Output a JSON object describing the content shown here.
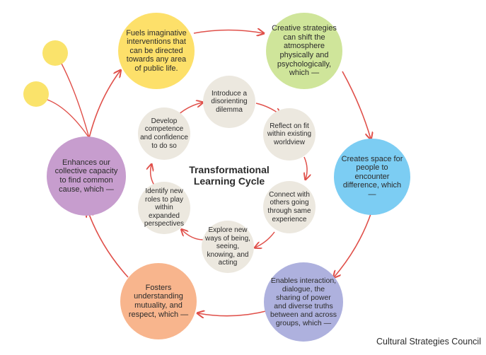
{
  "title": "Transformational Learning Cycle",
  "credit": "Cultural Strategies Council",
  "colors": {
    "arrow": "#e0504a",
    "inner_fill": "#ece8df",
    "yellow": "#fde06a",
    "green": "#cfe59a",
    "blue": "#7ccdf3",
    "lavender": "#aeb1de",
    "orange": "#f8b58d",
    "purple": "#c79dce",
    "dot": "#fae36b"
  },
  "outer_cycle": [
    {
      "text": "Fuels imaginative interventions that can be directed towards any area of public life."
    },
    {
      "text": "Creative strategies can shift the atmosphere physically and psychologically, which —"
    },
    {
      "text": "Creates space for people to encounter difference, which —"
    },
    {
      "text": "Enables interaction, dialogue, the sharing of power and diverse truths between and across groups, which —"
    },
    {
      "text": "Fosters understanding mutuality, and respect, which —"
    },
    {
      "text": "Enhances our collective capacity to find common cause, which —"
    }
  ],
  "inner_cycle": [
    {
      "text": "Introduce a disorienting dilemma"
    },
    {
      "text": "Reflect on fit within existing worldview"
    },
    {
      "text": "Connect with others going through same experience"
    },
    {
      "text": "Explore new ways of being, seeing, knowing, and acting"
    },
    {
      "text": "Identify new roles to play within expanded perspectives"
    },
    {
      "text": "Develop competence and confidence to do so"
    }
  ]
}
